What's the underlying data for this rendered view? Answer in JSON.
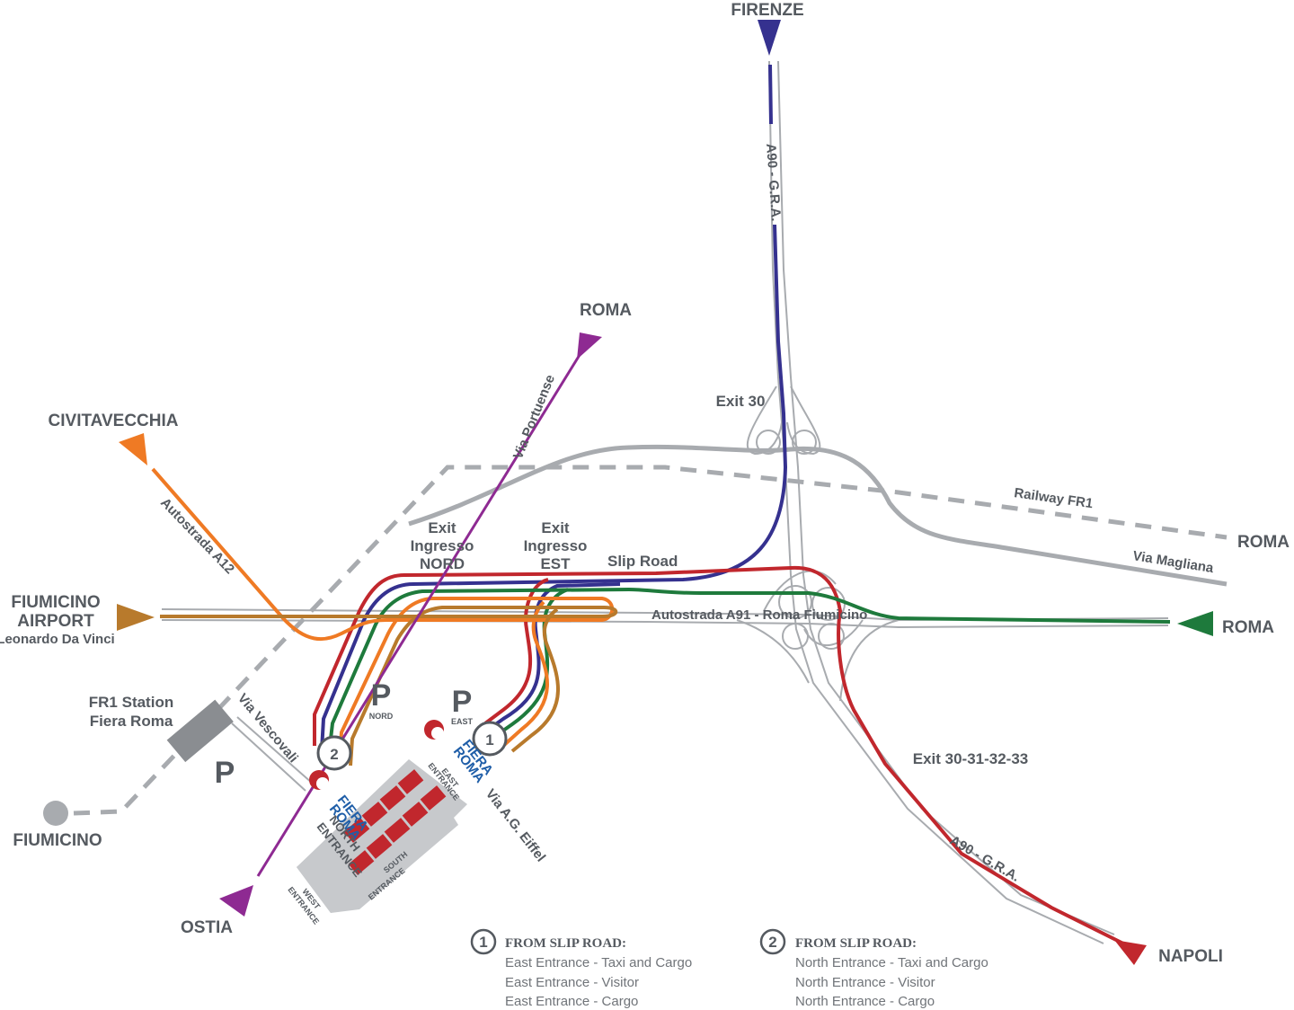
{
  "destinations": {
    "firenze": "FIRENZE",
    "roma_portuense": "ROMA",
    "civitavecchia": "CIVITAVECCHIA",
    "fiumicino_airport_line1": "FIUMICINO",
    "fiumicino_airport_line2": "AIRPORT",
    "fiumicino_airport_line3": "Leonardo Da Vinci",
    "roma_railway": "ROMA",
    "roma_a91": "ROMA",
    "napoli": "NAPOLI",
    "ostia": "OSTIA",
    "fiumicino": "FIUMICINO"
  },
  "roads": {
    "a90_north": "A90 - G.R.A.",
    "a90_south": "A90 - G.R.A.",
    "via_portuense": "Via Portuense",
    "autostrada_a12": "Autostrada A12",
    "autostrada_a91": "Autostrada A91 - Roma Fiumicino",
    "railway_fr1": "Railway FR1",
    "via_magliana": "Via Magliana",
    "via_vescovali": "Via Vescovali",
    "via_eiffel": "Via A.G. Eiffel",
    "slip_road": "Slip Road"
  },
  "exits": {
    "exit30": "Exit 30",
    "exit_multi": "Exit 30-31-32-33",
    "nord_line1": "Exit",
    "nord_line2": "Ingresso",
    "nord_line3": "NORD",
    "est_line1": "Exit",
    "est_line2": "Ingresso",
    "est_line3": "EST"
  },
  "station": {
    "line1": "FR1 Station",
    "line2": "Fiera Roma"
  },
  "parking": {
    "symbol": "P",
    "nord": "NORD",
    "east": "EAST"
  },
  "venue": {
    "brand_line1": "FIERA",
    "brand_line2": "ROMA",
    "north_entrance_1": "NORTH",
    "north_entrance_2": "ENTRANCE",
    "east_entrance_1": "EAST",
    "east_entrance_2": "ENTRANCE",
    "west_entrance_1": "WEST",
    "west_entrance_2": "ENTRANCE",
    "south_entrance_1": "SOUTH",
    "south_entrance_2": "ENTRANCE"
  },
  "markers": {
    "m1": "1",
    "m2": "2"
  },
  "legend": [
    {
      "number": "1",
      "title": "FROM SLIP ROAD:",
      "items": [
        "East Entrance - Taxi and Cargo",
        "East Entrance - Visitor",
        "East Entrance - Cargo"
      ]
    },
    {
      "number": "2",
      "title": "FROM SLIP ROAD:",
      "items": [
        "North Entrance - Taxi and Cargo",
        "North Entrance - Visitor",
        "North Entrance - Cargo"
      ]
    }
  ],
  "colors": {
    "road": "#a8abaf",
    "railway": "#a8abaf",
    "firenze": "#35318f",
    "portuense": "#8e2a92",
    "civitavecchia": "#ef7a24",
    "airport": "#b87a2c",
    "roma_a91": "#1e7a3c",
    "napoli": "#c1272d",
    "hall": "#c1272d",
    "building": "#c7c9cc",
    "text": "#555a60"
  }
}
